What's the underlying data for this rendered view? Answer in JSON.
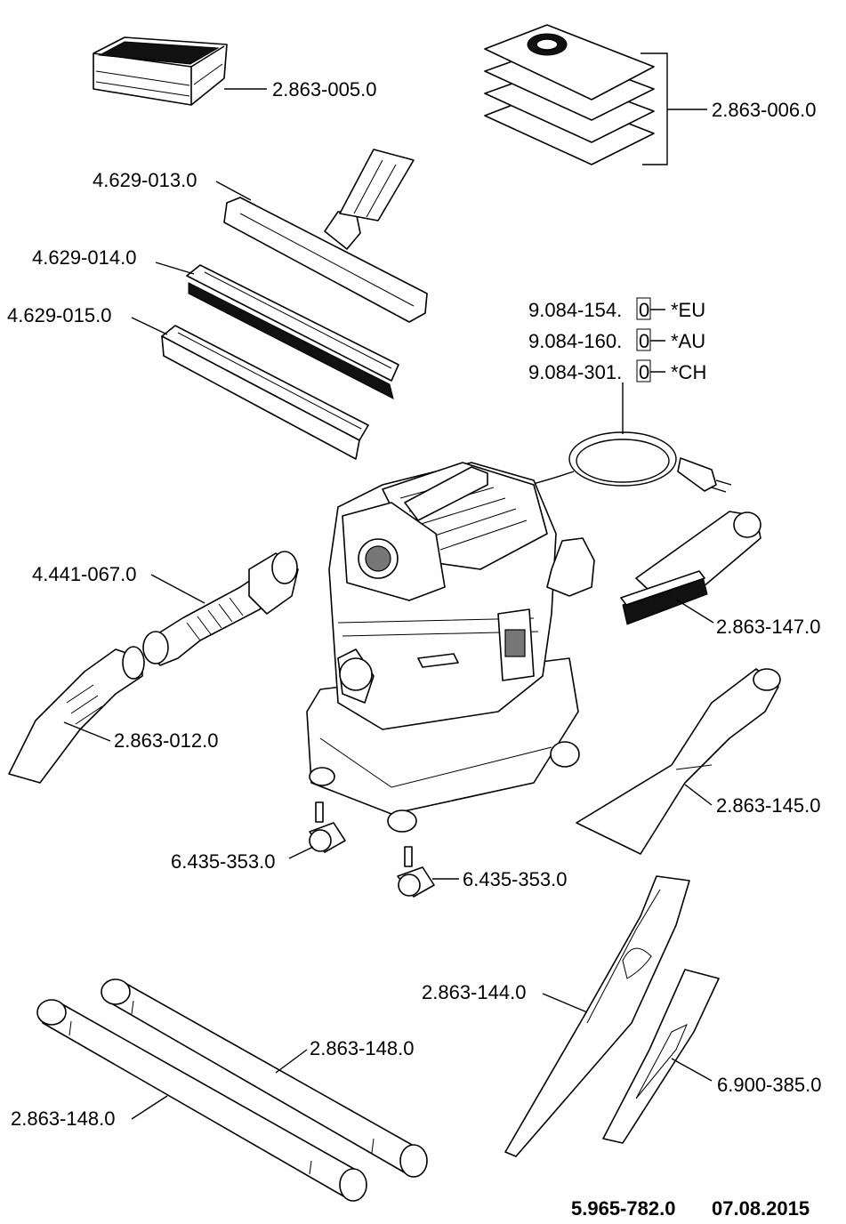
{
  "parts": {
    "filter": "2.863-005.0",
    "bags": "2.863-006.0",
    "floor_nozzle": "4.629-013.0",
    "insert_a": "4.629-014.0",
    "insert_b": "4.629-015.0",
    "cable_eu_num": "9.084-154.",
    "cable_eu_digit": "0",
    "cable_eu_tag": "*EU",
    "cable_au_num": "9.084-160.",
    "cable_au_digit": "0",
    "cable_au_tag": "*AU",
    "cable_ch_num": "9.084-301.",
    "cable_ch_digit": "0",
    "cable_ch_tag": "*CH",
    "hose": "4.441-067.0",
    "brush": "2.863-147.0",
    "elbow": "2.863-012.0",
    "wet_nozzle": "2.863-145.0",
    "castor_left": "6.435-353.0",
    "castor_right": "6.435-353.0",
    "crevice_large": "2.863-144.0",
    "crevice_small": "6.900-385.0",
    "tube_upper": "2.863-148.0",
    "tube_lower": "2.863-148.0"
  },
  "footer": {
    "doc_number": "5.965-782.0",
    "date": "07.08.2015"
  }
}
